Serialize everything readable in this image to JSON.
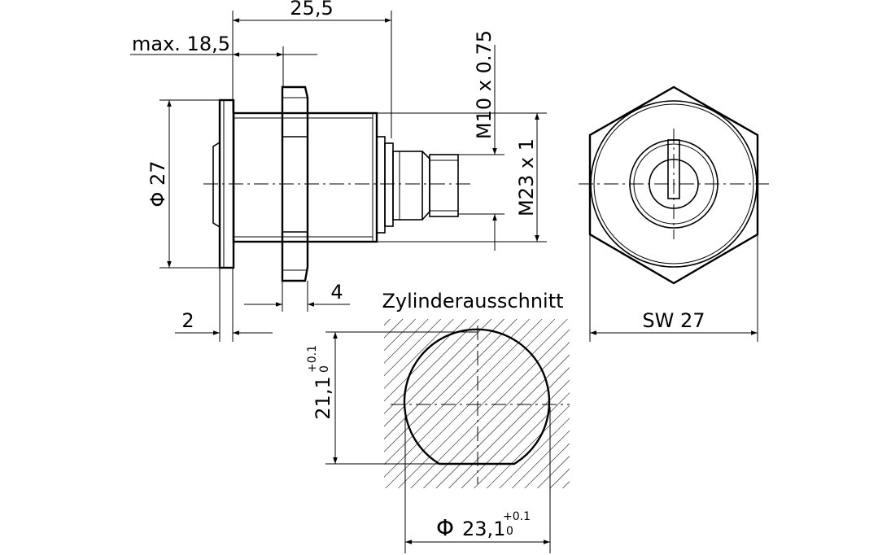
{
  "labels": {
    "overall_length": "25,5",
    "max_length": "max. 18,5",
    "thread_m10": "M10 x 0.75",
    "thread_m23": "M23 x 1",
    "flange_dia": "Φ 27",
    "nut_thickness": "4",
    "flange_thickness": "2",
    "section_title": "Zylinderausschnitt",
    "wrench_size": "SW 27",
    "cutout_height": "21,1",
    "cutout_height_tol_upper": "+0.1",
    "cutout_height_tol_lower": "0",
    "cutout_dia_symbol": "Φ",
    "cutout_dia": "23,1",
    "cutout_dia_tol_upper": "+0.1",
    "cutout_dia_tol_lower": "0"
  }
}
